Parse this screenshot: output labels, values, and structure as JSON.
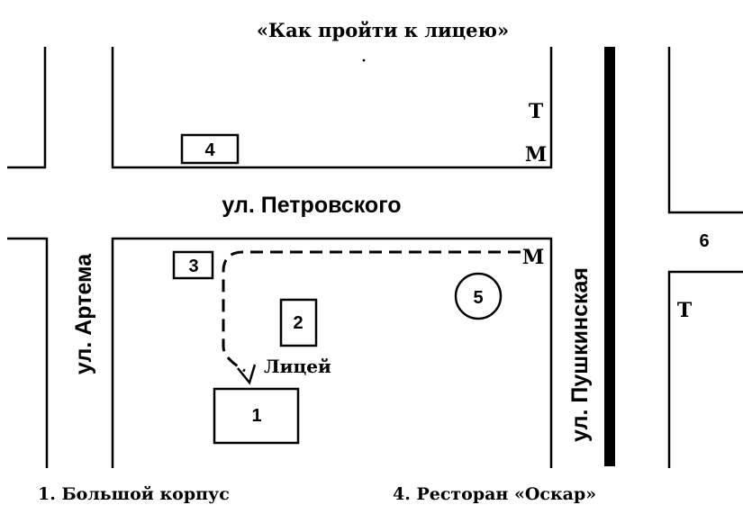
{
  "title": "«Как пройти к лицею»",
  "streets": {
    "petrovskogo": "ул. Петровского",
    "artema": "ул. Артема",
    "pushkinskaya": "ул. Пушкинская"
  },
  "buildings": {
    "b1": "1",
    "b2": "2",
    "b3": "3",
    "b4": "4",
    "b5": "5",
    "b6": "6"
  },
  "lyceum_label": "Лицей",
  "markers": {
    "t_top": "Т",
    "m_top": "М",
    "m_mid": "М",
    "t_right": "Т"
  },
  "legend": {
    "item1": "1. Большой корпус",
    "item4": "4. Ресторан «Оскар»"
  }
}
